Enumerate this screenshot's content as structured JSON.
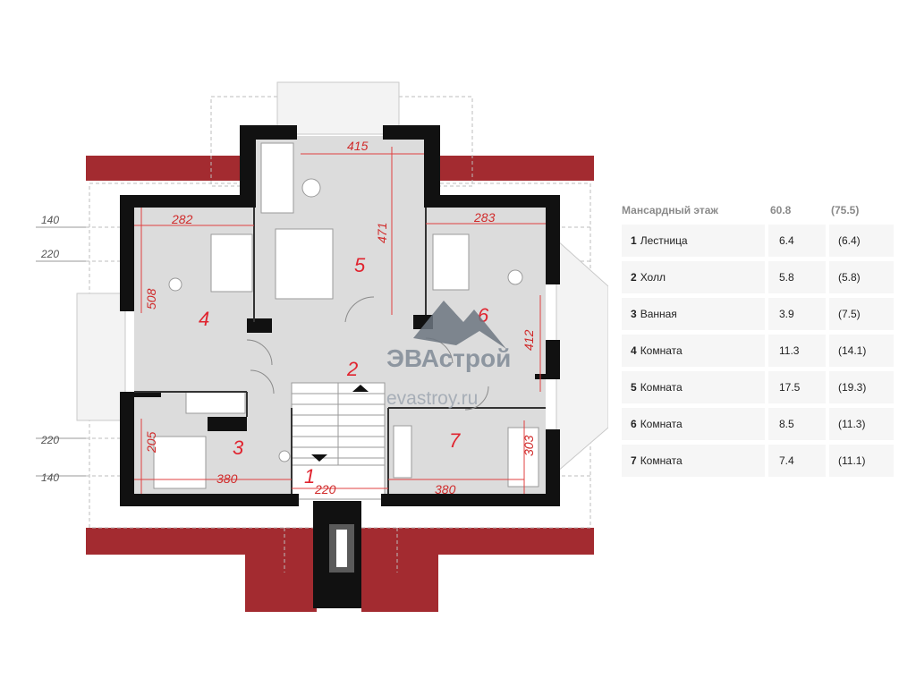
{
  "plan": {
    "rooms": [
      {
        "num": "1"
      },
      {
        "num": "2"
      },
      {
        "num": "3"
      },
      {
        "num": "4"
      },
      {
        "num": "5"
      },
      {
        "num": "6"
      },
      {
        "num": "7"
      }
    ],
    "dims": {
      "d415": "415",
      "d471": "471",
      "d282": "282",
      "d283": "283",
      "d508": "508",
      "d412": "412",
      "d205": "205",
      "d303": "303",
      "d380a": "380",
      "d380b": "380",
      "d220": "220"
    },
    "side_dims": {
      "s140a": "140",
      "s220a": "220",
      "s220b": "220",
      "s140b": "140"
    },
    "watermark": {
      "brand": "ЭВАстрой",
      "site": "evastroy.ru"
    },
    "colors": {
      "roof": "#a32b30",
      "wall": "#111111",
      "floor": "#dcdcdc"
    }
  },
  "area_table": {
    "header": {
      "title": "Мансардный этаж",
      "area": "60.8",
      "total": "(75.5)"
    },
    "rows": [
      {
        "num": "1",
        "name": "Лестница",
        "area": "6.4",
        "total": "(6.4)"
      },
      {
        "num": "2",
        "name": "Холл",
        "area": "5.8",
        "total": "(5.8)"
      },
      {
        "num": "3",
        "name": "Ванная",
        "area": "3.9",
        "total": "(7.5)"
      },
      {
        "num": "4",
        "name": "Комната",
        "area": "11.3",
        "total": "(14.1)"
      },
      {
        "num": "5",
        "name": "Комната",
        "area": "17.5",
        "total": "(19.3)"
      },
      {
        "num": "6",
        "name": "Комната",
        "area": "8.5",
        "total": "(11.3)"
      },
      {
        "num": "7",
        "name": "Комната",
        "area": "7.4",
        "total": "(11.1)"
      }
    ]
  }
}
